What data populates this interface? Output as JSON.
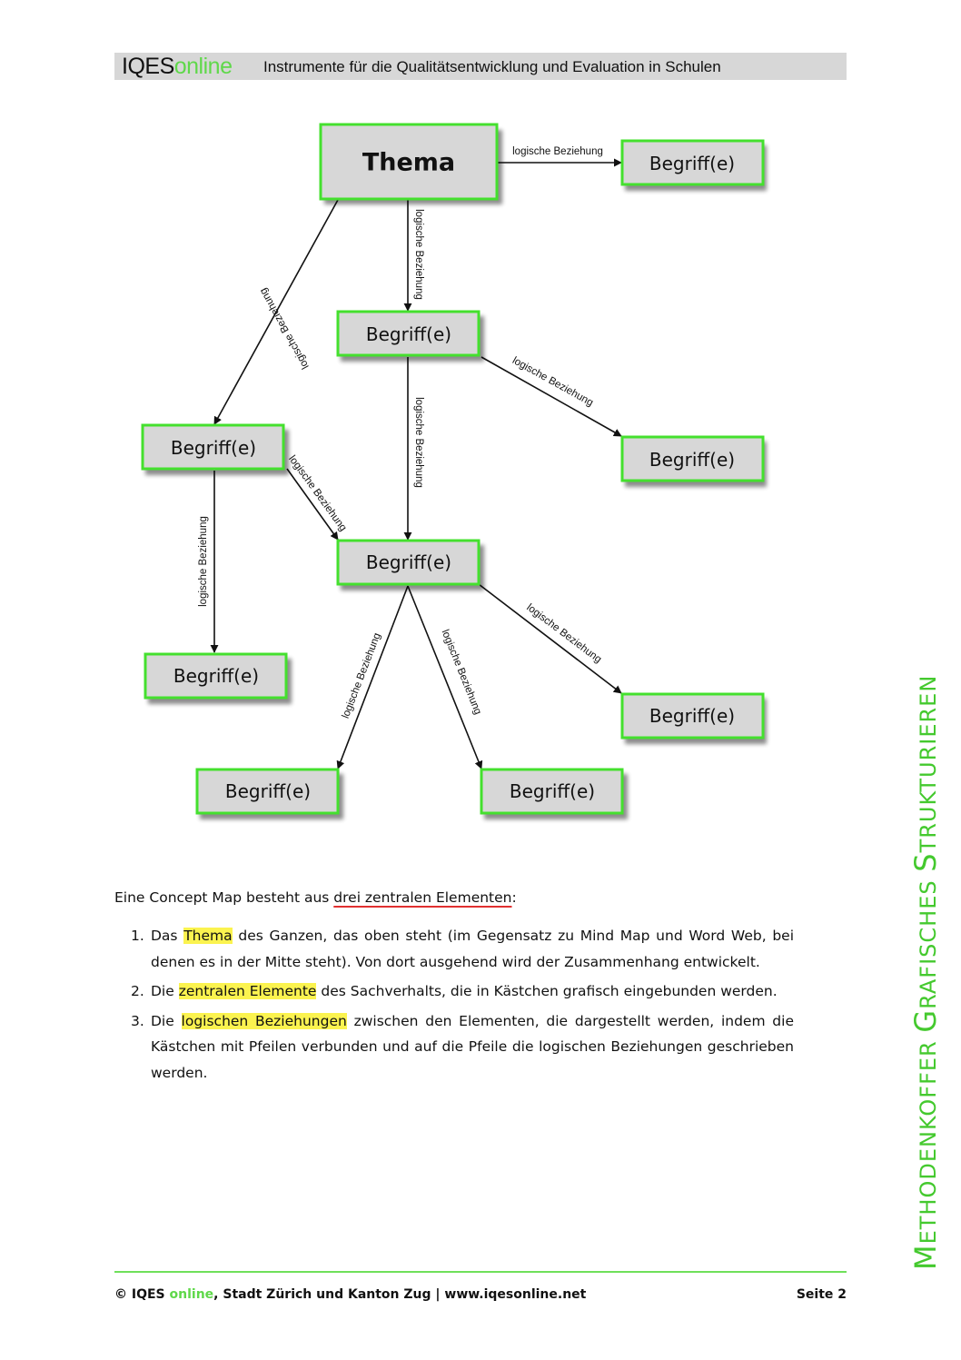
{
  "header": {
    "logo_main": "IQES",
    "logo_accent": "online",
    "title": "Instrumente für die Qualitätsentwicklung und Evaluation in Schulen"
  },
  "diagram": {
    "topic": "Thema",
    "concept": "Begriff(e)",
    "relation": "logische Beziehung"
  },
  "text": {
    "intro_before": "Eine Concept Map besteht aus ",
    "intro_underlined": "drei zentralen Elementen",
    "intro_after": ":",
    "items": [
      {
        "num": "1.",
        "before": "Das ",
        "highlight": "Thema",
        "after": " des Ganzen, das oben steht (im Gegensatz zu Mind Map und Word Web, bei denen es in der Mitte steht). Von dort ausgehend wird der Zusammenhang entwickelt."
      },
      {
        "num": "2.",
        "before": "Die ",
        "highlight": "zentralen Elemente",
        "after": " des Sachverhalts, die in Kästchen grafisch eingebunden werden."
      },
      {
        "num": "3.",
        "before": "Die ",
        "highlight": "logischen Beziehungen",
        "after": " zwischen den Elementen, die dargestellt werden, indem die Kästchen mit Pfeilen verbunden und auf die Pfeile die logischen Beziehungen geschrieben werden."
      }
    ]
  },
  "side_title": {
    "word1_initial": "M",
    "word1_rest": "ethodenkoffer",
    "word2_initial": "G",
    "word2_rest": "rafisches",
    "word3_initial": "S",
    "word3_rest": "trukturieren"
  },
  "footer": {
    "copyright": "© IQES ",
    "accent": "online",
    "rest": ", Stadt Zürich und Kanton Zug  |  www.iqesonline.net",
    "page": "Seite 2"
  },
  "colors": {
    "accent_green": "#44e02e",
    "box_fill": "#d7d7d7",
    "highlight": "#fbf34f",
    "underline_red": "#e03030"
  }
}
